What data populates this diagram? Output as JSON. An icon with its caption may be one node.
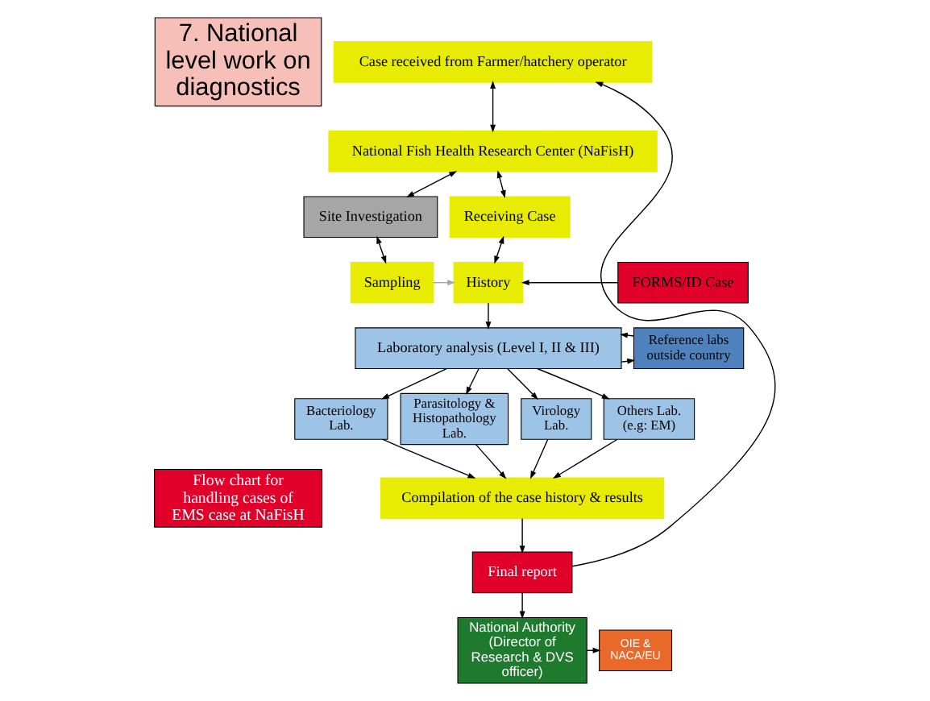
{
  "diagram": {
    "nodes": [
      {
        "text": [
          "7. National level work on diagnostics"
        ]
      },
      {
        "text": [
          "Flow chart for handling cases of EMS case at NaFisH"
        ]
      },
      {
        "text": [
          "Case received from Farmer/hatchery operator"
        ]
      },
      {
        "text": [
          "National Fish Health Research Center (NaFisH)"
        ]
      },
      {
        "text": [
          "Site Investigation"
        ]
      },
      {
        "text": [
          "Receiving Case"
        ]
      },
      {
        "text": [
          "Sampling"
        ]
      },
      {
        "text": [
          "History"
        ]
      },
      {
        "text": [
          "FORMS/ID Case"
        ]
      },
      {
        "text": [
          "Laboratory analysis (Level I, II & III)"
        ]
      },
      {
        "text": [
          "Reference labs outside country"
        ]
      },
      {
        "text": [
          "Bacteriology Lab."
        ]
      },
      {
        "text": [
          "Parasitology & Histopathology Lab."
        ]
      },
      {
        "text": [
          "Virology Lab."
        ]
      },
      {
        "text": [
          "Others Lab. (e.g: EM)"
        ]
      },
      {
        "text": [
          "Compilation of the case history & results"
        ]
      },
      {
        "text": [
          "Final report"
        ]
      },
      {
        "text": [
          "National Authority (Director of Research & DVS officer)"
        ]
      },
      {
        "text": [
          "OIE & NACA/EU"
        ]
      }
    ],
    "edges": [
      {
        "from": 2,
        "to": 3,
        "arrow": "both"
      },
      {
        "from": 3,
        "to": 4,
        "arrow": "both"
      },
      {
        "from": 3,
        "to": 5,
        "arrow": "both"
      },
      {
        "from": 4,
        "to": 6,
        "arrow": "both"
      },
      {
        "from": 5,
        "to": 7,
        "arrow": "both"
      },
      {
        "from": 6,
        "to": 7,
        "arrow": "to",
        "color": "#a6a6a6"
      },
      {
        "from": 8,
        "to": 7,
        "arrow": "to"
      },
      {
        "from": 7,
        "to": 9,
        "arrow": "to"
      },
      {
        "from": 9,
        "to": 10,
        "arrow": "to"
      },
      {
        "from": 10,
        "to": 9,
        "arrow": "to"
      },
      {
        "from": 9,
        "to": 11,
        "arrow": "to"
      },
      {
        "from": 9,
        "to": 12,
        "arrow": "to"
      },
      {
        "from": 9,
        "to": 13,
        "arrow": "to"
      },
      {
        "from": 9,
        "to": 14,
        "arrow": "to"
      },
      {
        "from": 11,
        "to": 15,
        "arrow": "to"
      },
      {
        "from": 12,
        "to": 15,
        "arrow": "to"
      },
      {
        "from": 13,
        "to": 15,
        "arrow": "to"
      },
      {
        "from": 14,
        "to": 15,
        "arrow": "to"
      },
      {
        "from": 15,
        "to": 16,
        "arrow": "to"
      },
      {
        "from": 16,
        "to": 2,
        "arrow": "to"
      },
      {
        "from": 16,
        "to": 17,
        "arrow": "to"
      },
      {
        "from": 17,
        "to": 18,
        "arrow": "to"
      }
    ]
  }
}
